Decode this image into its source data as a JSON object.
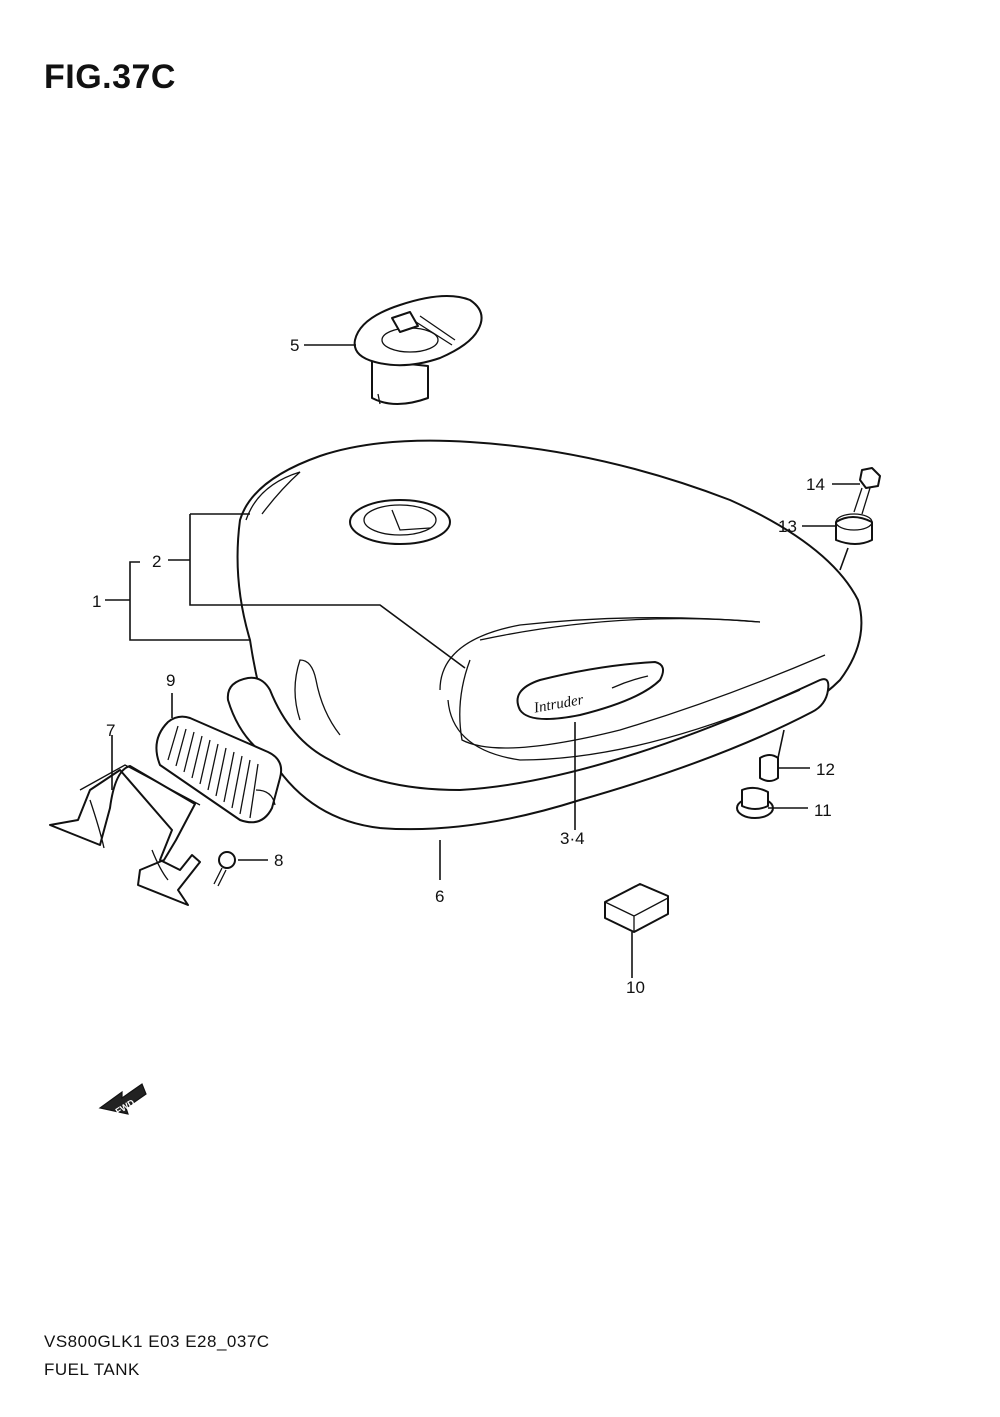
{
  "figure": {
    "title": "FIG.37C",
    "model_code": "VS800GLK1 E03 E28_037C",
    "name": "FUEL TANK"
  },
  "callouts": {
    "c1": "1",
    "c2": "2",
    "c3_4": "3·4",
    "c5": "5",
    "c6": "6",
    "c7": "7",
    "c8": "8",
    "c9": "9",
    "c10": "10",
    "c11": "11",
    "c12": "12",
    "c13": "13",
    "c14": "14"
  },
  "emblem_text": "Intruder",
  "fwd_label": "FWD"
}
